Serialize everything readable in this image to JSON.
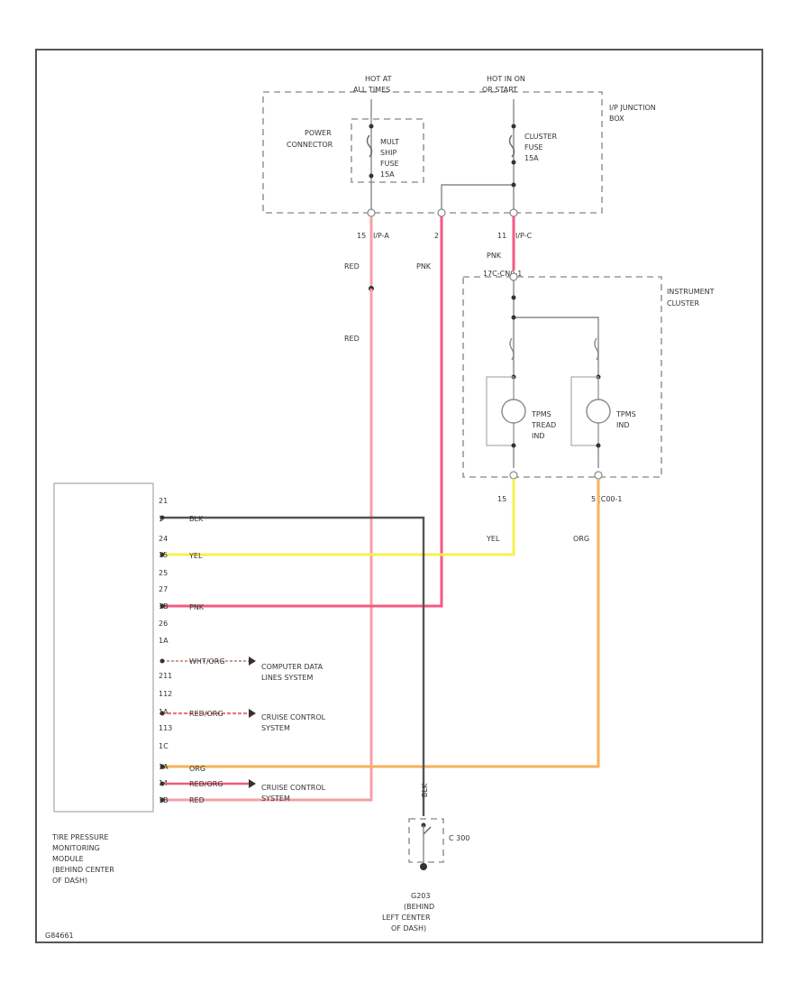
{
  "diagram_id": "G84661",
  "power": {
    "hot_at_all_times": [
      "HOT AT",
      "ALL TIMES"
    ],
    "hot_in_on_or_start": [
      "HOT IN ON",
      "OR START"
    ]
  },
  "junction_box": {
    "title": [
      "I/P JUNCTION",
      "BOX"
    ],
    "power_connector": [
      "POWER",
      "CONNECTOR"
    ],
    "mult_fuse": [
      "MULT",
      "SHIP",
      "FUSE",
      "15A"
    ],
    "cluster_fuse": [
      "CLUSTER",
      "FUSE",
      "15A"
    ],
    "conn_a_pin": "15",
    "conn_a_name": "I/P-A",
    "conn_mid_pin": "2",
    "conn_c_pin": "11",
    "conn_c_name": "I/P-C"
  },
  "instrument_cluster": {
    "title": [
      "INSTRUMENT",
      "CLUSTER"
    ],
    "connector": "17C-CN0-1",
    "tpms_tread": [
      "TPMS",
      "TREAD",
      "IND"
    ],
    "tpms": [
      "TPMS",
      "IND"
    ],
    "pin_yel": "15",
    "pin_org": "5 (C00-1"
  },
  "wire_labels": {
    "red_upper": "RED",
    "red_lower": "RED",
    "pnk_left": "PNK",
    "pnk_right": "PNK",
    "yel_cluster": "YEL",
    "org_cluster": "ORG",
    "blk_ground": "BLK"
  },
  "module": {
    "name": [
      "TIRE PRESSURE",
      "MONITORING",
      "MODULE",
      "(BEHIND CENTER",
      "OF DASH)"
    ],
    "pins": [
      "21",
      "1",
      "24",
      "15",
      "25",
      "27",
      "1B",
      "26",
      "1A",
      "211",
      "112",
      "1A",
      "113",
      "1C",
      "1A",
      "14",
      "1B"
    ],
    "wires": [
      "BLK",
      "YEL",
      "PNK",
      "WHT/ORG",
      "RED/ORG",
      "ORG",
      "RED/ORG",
      "RED"
    ]
  },
  "systems": {
    "computer_data": [
      "COMPUTER DATA",
      "LINES SYSTEM"
    ],
    "cruise_1": [
      "CRUISE CONTROL",
      "SYSTEM"
    ],
    "cruise_2": [
      "CRUISE CONTROL",
      "SYSTEM"
    ]
  },
  "ground": {
    "connector": "C 300",
    "name": [
      "G203",
      "(BEHIND",
      "LEFT CENTER",
      "OF DASH)"
    ]
  }
}
